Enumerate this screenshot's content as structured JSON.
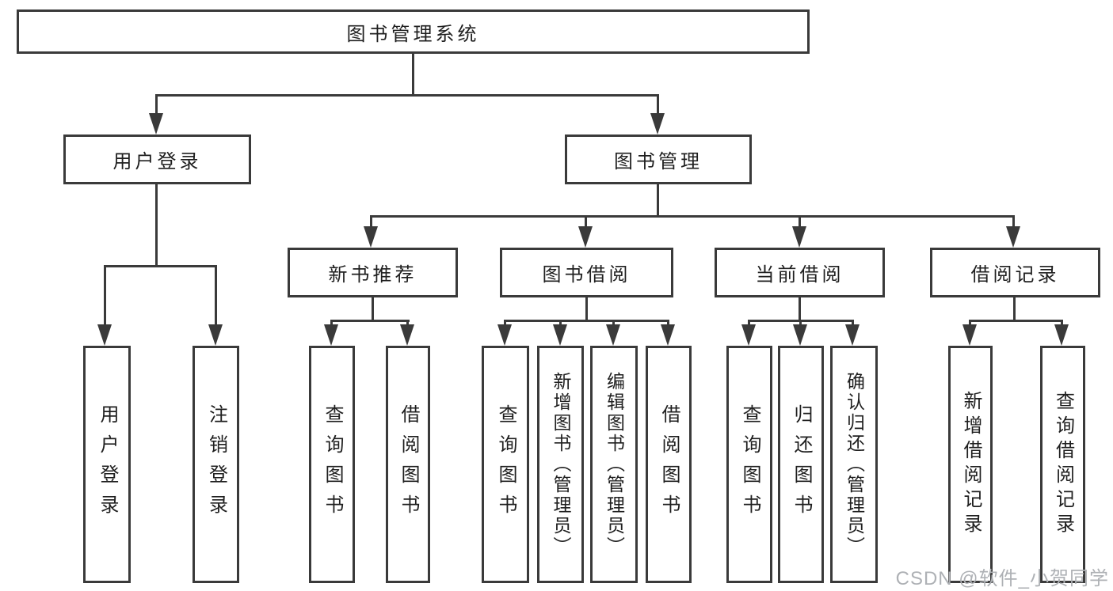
{
  "diagram": {
    "root": {
      "label": "图书管理系统"
    },
    "level2": [
      {
        "label": "用户登录"
      },
      {
        "label": "图书管理"
      }
    ],
    "level3": [
      {
        "label": "新书推荐",
        "parent": "图书管理"
      },
      {
        "label": "图书借阅",
        "parent": "图书管理"
      },
      {
        "label": "当前借阅",
        "parent": "图书管理"
      },
      {
        "label": "借阅记录",
        "parent": "图书管理"
      }
    ],
    "leaves": [
      {
        "label": "用户登录",
        "parent": "用户登录"
      },
      {
        "label": "注销登录",
        "parent": "用户登录"
      },
      {
        "label": "查询图书",
        "parent": "新书推荐"
      },
      {
        "label": "借阅图书",
        "parent": "新书推荐"
      },
      {
        "label": "查询图书",
        "parent": "图书借阅"
      },
      {
        "label": "新增图书（管理员）",
        "parent": "图书借阅"
      },
      {
        "label": "编辑图书（管理员）",
        "parent": "图书借阅"
      },
      {
        "label": "借阅图书",
        "parent": "图书借阅"
      },
      {
        "label": "查询图书",
        "parent": "当前借阅"
      },
      {
        "label": "归还图书",
        "parent": "当前借阅"
      },
      {
        "label": "确认归还（管理员）",
        "parent": "当前借阅"
      },
      {
        "label": "新增借阅记录",
        "parent": "借阅记录"
      },
      {
        "label": "查询借阅记录",
        "parent": "借阅记录"
      }
    ],
    "watermark": "CSDN @软件_小贺同学",
    "colors": {
      "line": "#3a3a3a",
      "text": "#1f1f1f",
      "watermark": "#aeb1b5",
      "background": "#ffffff"
    }
  }
}
